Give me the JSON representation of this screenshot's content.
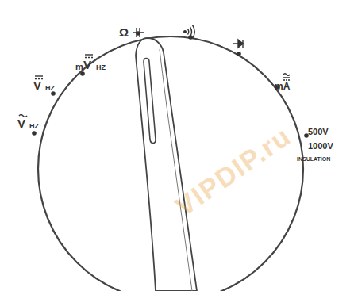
{
  "diagram": {
    "labels": [
      "V",
      "HZ",
      "V",
      "HZ",
      "m",
      "V",
      "HZ",
      "Ω",
      "mA",
      "500V",
      "1000V",
      "INSULATION",
      "VIPDIP.ru"
    ]
  }
}
